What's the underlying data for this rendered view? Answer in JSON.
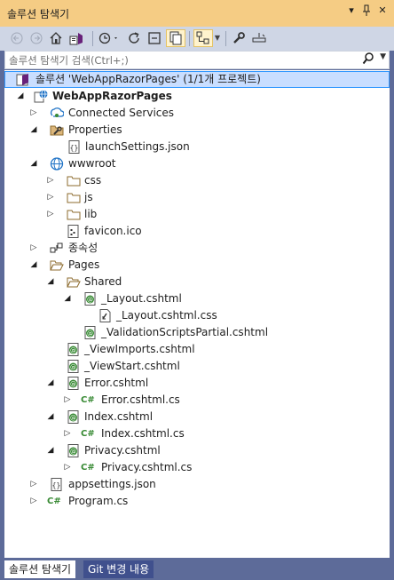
{
  "window": {
    "title": "솔루션 탐색기",
    "pin_glyph": "▾",
    "autohide_glyph": "ꟷ",
    "close_glyph": "✕"
  },
  "search": {
    "placeholder": "솔루션 탐색기 검색(Ctrl+;)"
  },
  "tree": {
    "solution": "솔루션 'WebAppRazorPages' (1/1개 프로젝트)",
    "project": "WebAppRazorPages",
    "connected_services": "Connected Services",
    "properties": "Properties",
    "launch_settings": "launchSettings.json",
    "wwwroot": "wwwroot",
    "css": "css",
    "js": "js",
    "lib": "lib",
    "favicon": "favicon.ico",
    "dependencies": "종속성",
    "pages": "Pages",
    "shared": "Shared",
    "layout": "_Layout.cshtml",
    "layout_css": "_Layout.cshtml.css",
    "validation_partial": "_ValidationScriptsPartial.cshtml",
    "view_imports": "_ViewImports.cshtml",
    "view_start": "_ViewStart.cshtml",
    "error": "Error.cshtml",
    "error_cs": "Error.cshtml.cs",
    "index": "Index.cshtml",
    "index_cs": "Index.cshtml.cs",
    "privacy": "Privacy.cshtml",
    "privacy_cs": "Privacy.cshtml.cs",
    "appsettings": "appsettings.json",
    "program": "Program.cs"
  },
  "glyphs": {
    "collapsed": "▷",
    "expanded": "◢",
    "cs_badge": "C#",
    "cshtml_badge": "@",
    "json_badge": "{}"
  },
  "bottom_tabs": {
    "solution_explorer": "솔루션 탐색기",
    "git_changes": "Git 변경 내용"
  },
  "colors": {
    "title_active": "#f5cc84",
    "frame": "#5d6b99",
    "selection": "#c9deff",
    "cs_green": "#388a34",
    "folder_yellow": "#dcb67a"
  }
}
